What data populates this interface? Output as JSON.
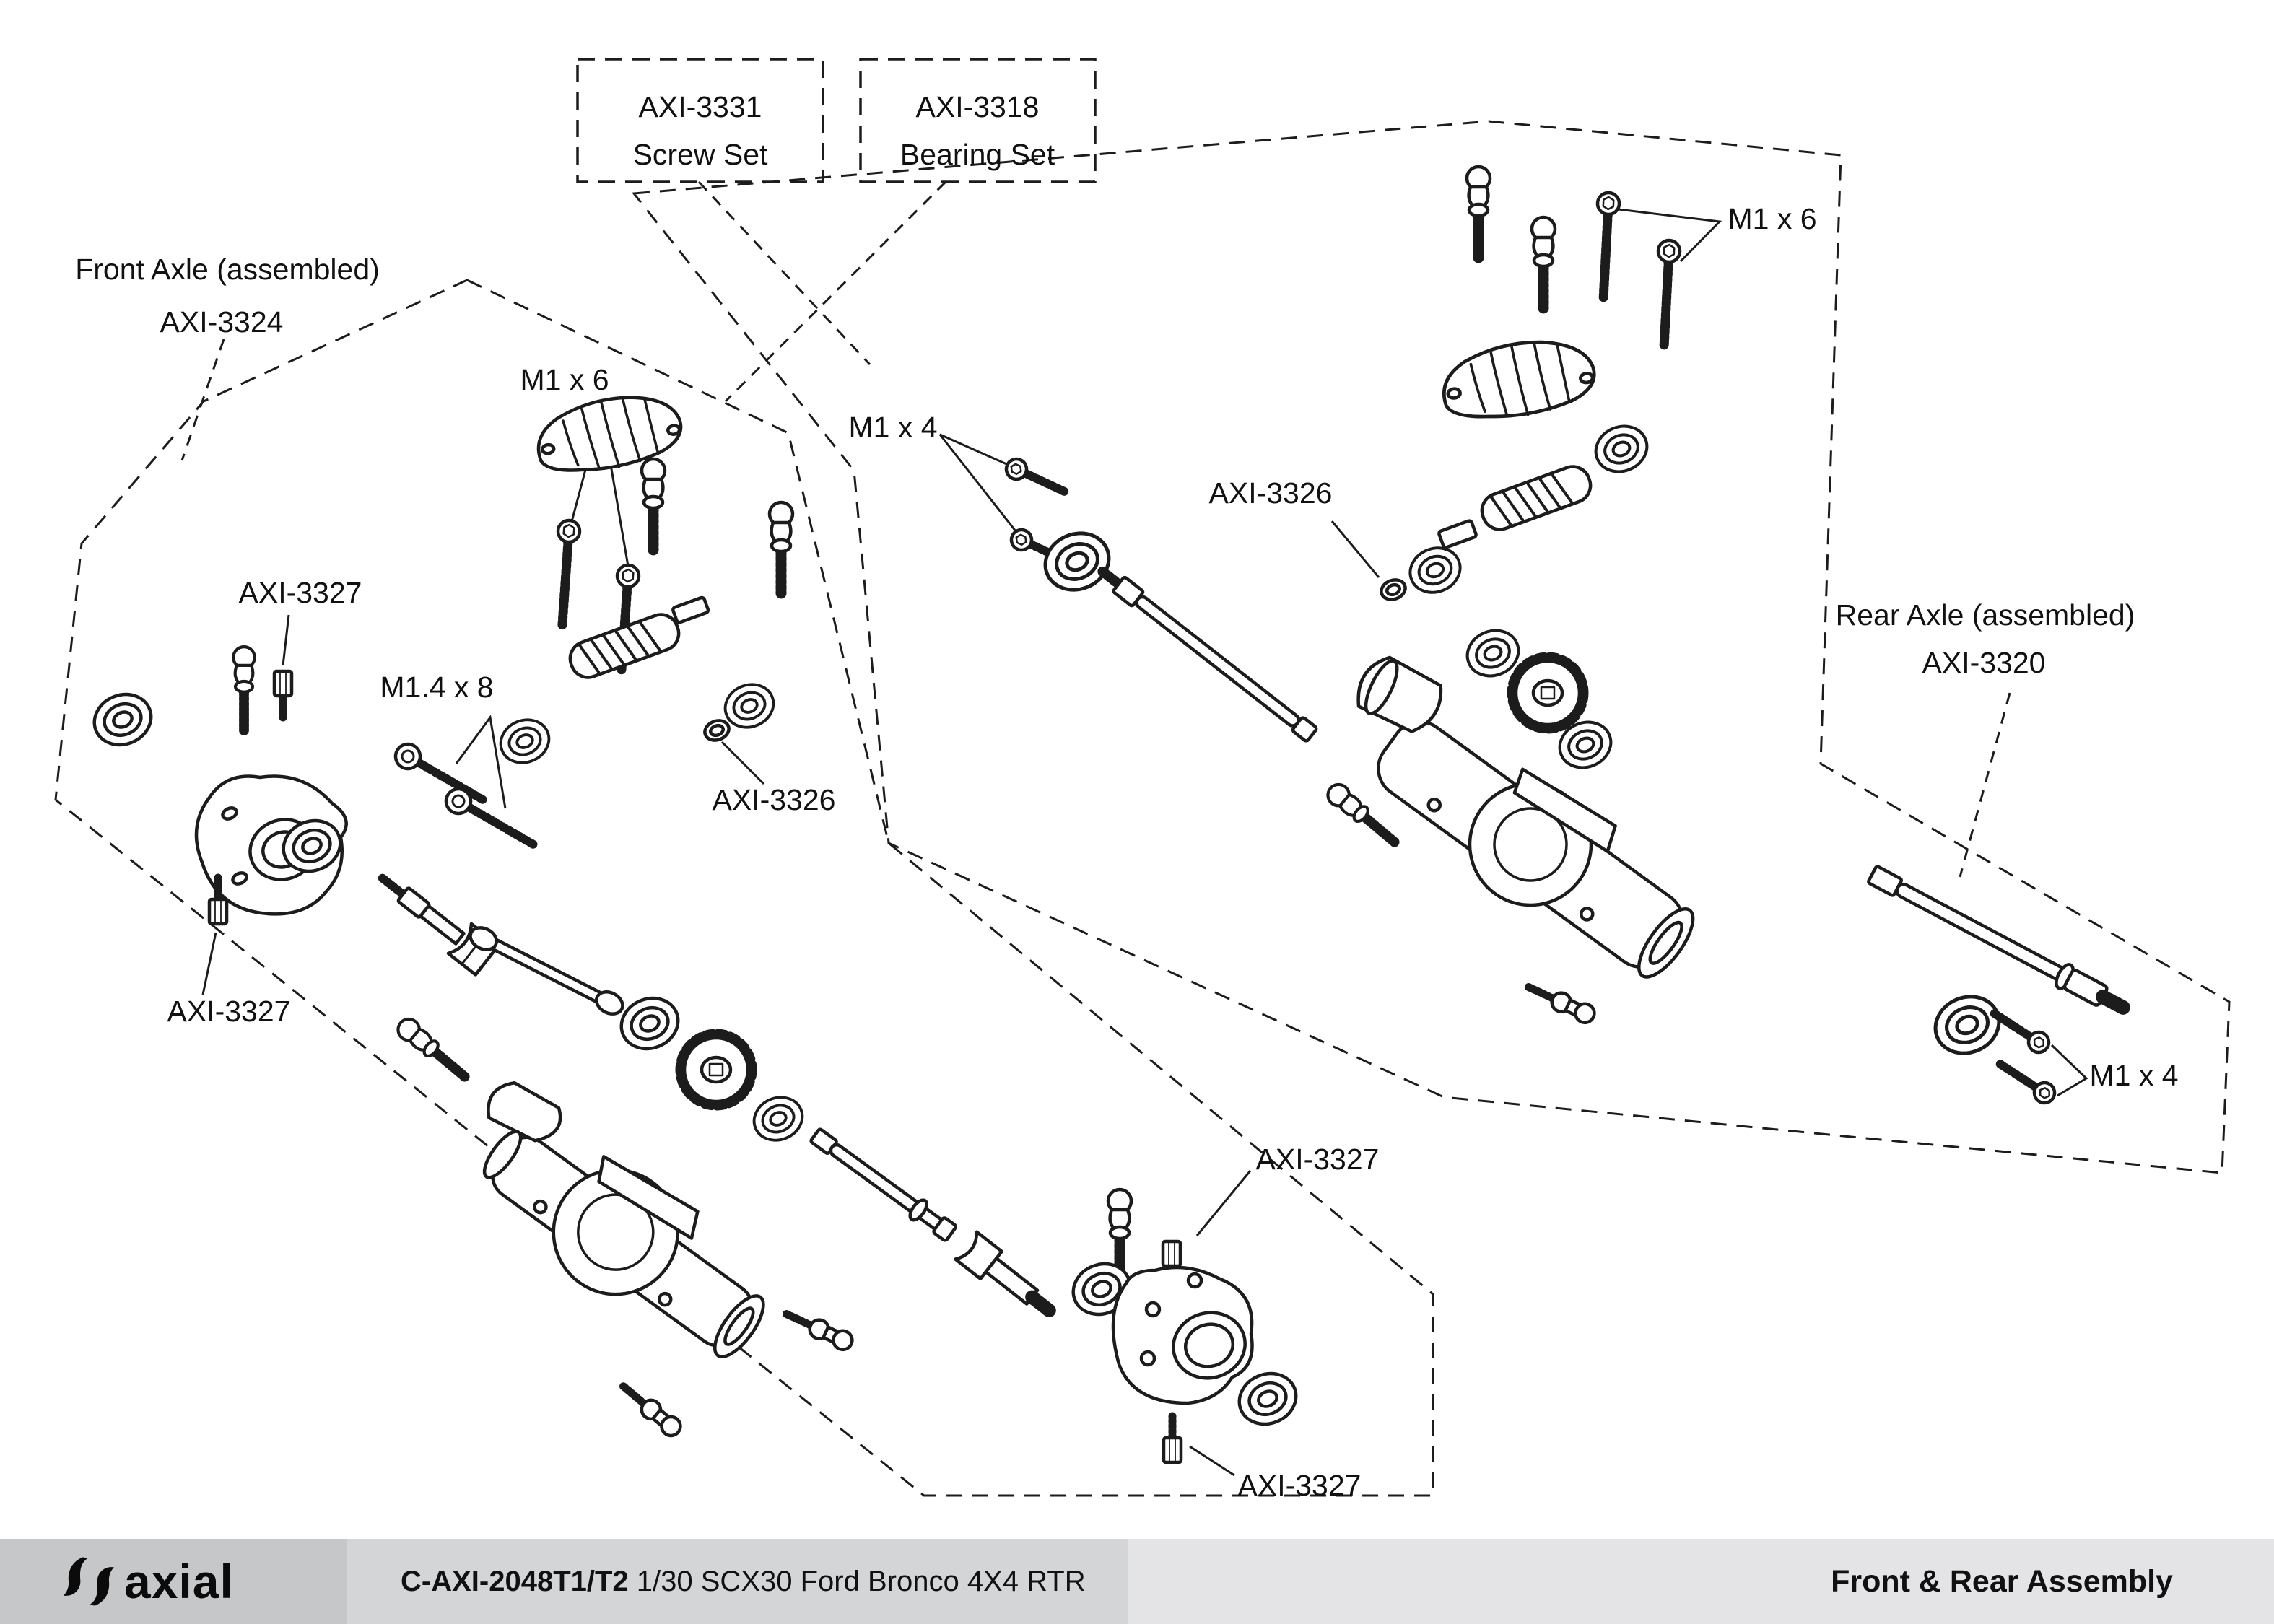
{
  "kits": {
    "screw_set": {
      "part_no": "AXI-3331",
      "label": "Screw Set"
    },
    "bearing_set": {
      "part_no": "AXI-3318",
      "label": "Bearing Set"
    }
  },
  "assemblies": {
    "front": {
      "label": "Front Axle (assembled)",
      "part_no": "AXI-3324"
    },
    "rear": {
      "label": "Rear Axle (assembled)",
      "part_no": "AXI-3320"
    }
  },
  "callouts": {
    "front_m1x6": "M1 x 6",
    "front_m14x8": "M1.4 x 8",
    "front_axi3327_top": "AXI-3327",
    "front_axi3327_bottom": "AXI-3327",
    "front_axi3326": "AXI-3326",
    "rear_m1x4_left": "M1 x 4",
    "rear_m1x6": "M1 x 6",
    "rear_axi3326": "AXI-3326",
    "rear_m1x4_right": "M1 x 4",
    "hub_axi3327_top": "AXI-3327",
    "hub_axi3327_bottom": "AXI-3327"
  },
  "footer": {
    "brand": "axial",
    "doc_bold": "C-AXI-2048T1/T2",
    "doc_rest": " 1/30 SCX30 Ford Bronco 4X4 RTR",
    "page_title": "Front & Rear Assembly"
  },
  "colors": {
    "line": "#1c1c1c",
    "footer_logo_bg": "#c6c7c9",
    "footer_doc_bg": "#d4d5d7",
    "footer_title_bg": "#e4e4e6"
  }
}
